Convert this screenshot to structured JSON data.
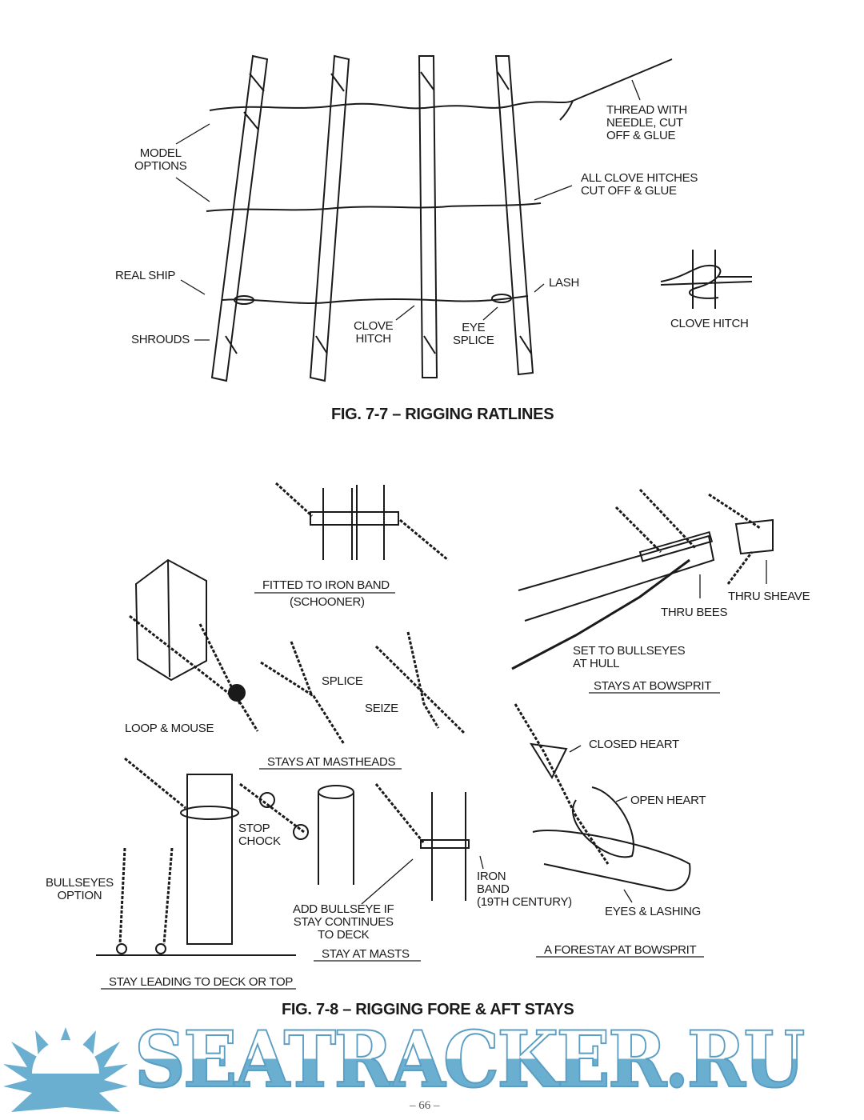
{
  "fig77": {
    "caption": "FIG. 7-7 – RIGGING RATLINES",
    "labels": {
      "thread": "THREAD WITH\nNEEDLE, CUT\nOFF & GLUE",
      "model_options": "MODEL\nOPTIONS",
      "all_clove": "ALL CLOVE HITCHES\nCUT OFF & GLUE",
      "real_ship": "REAL SHIP",
      "lash": "LASH",
      "shrouds": "SHROUDS",
      "clove_hitch_small": "CLOVE\nHITCH",
      "eye_splice": "EYE\nSPLICE",
      "clove_hitch": "CLOVE HITCH"
    }
  },
  "fig78": {
    "caption": "FIG. 7-8 – RIGGING FORE & AFT STAYS",
    "labels": {
      "fitted": "FITTED TO IRON BAND",
      "schooner": "(SCHOONER)",
      "thru_sheave": "THRU SHEAVE",
      "thru_bees": "THRU BEES",
      "set_bullseyes": "SET TO BULLSEYES\nAT HULL",
      "stays_bowsprit": "STAYS AT BOWSPRIT",
      "splice": "SPLICE",
      "seize": "SEIZE",
      "loop_mouse": "LOOP & MOUSE",
      "stays_mastheads": "STAYS AT MASTHEADS",
      "closed_heart": "CLOSED HEART",
      "open_heart": "OPEN HEART",
      "stop_chock": "STOP\nCHOCK",
      "bullseyes_option": "BULLSEYES\nOPTION",
      "iron_band": "IRON\nBAND\n(19TH CENTURY)",
      "add_bullseye": "ADD BULLSEYE IF\nSTAY CONTINUES\nTO DECK",
      "eyes_lashing": "EYES & LASHING",
      "stay_masts": "STAY AT MASTS",
      "forestay": "A FORESTAY AT BOWSPRIT",
      "stay_leading": "STAY LEADING TO DECK OR TOP"
    }
  },
  "watermark": "SEATRACKER.RU",
  "page_number": "– 66 –",
  "colors": {
    "watermark": "#6aaed0",
    "ink": "#1a1a1a"
  }
}
